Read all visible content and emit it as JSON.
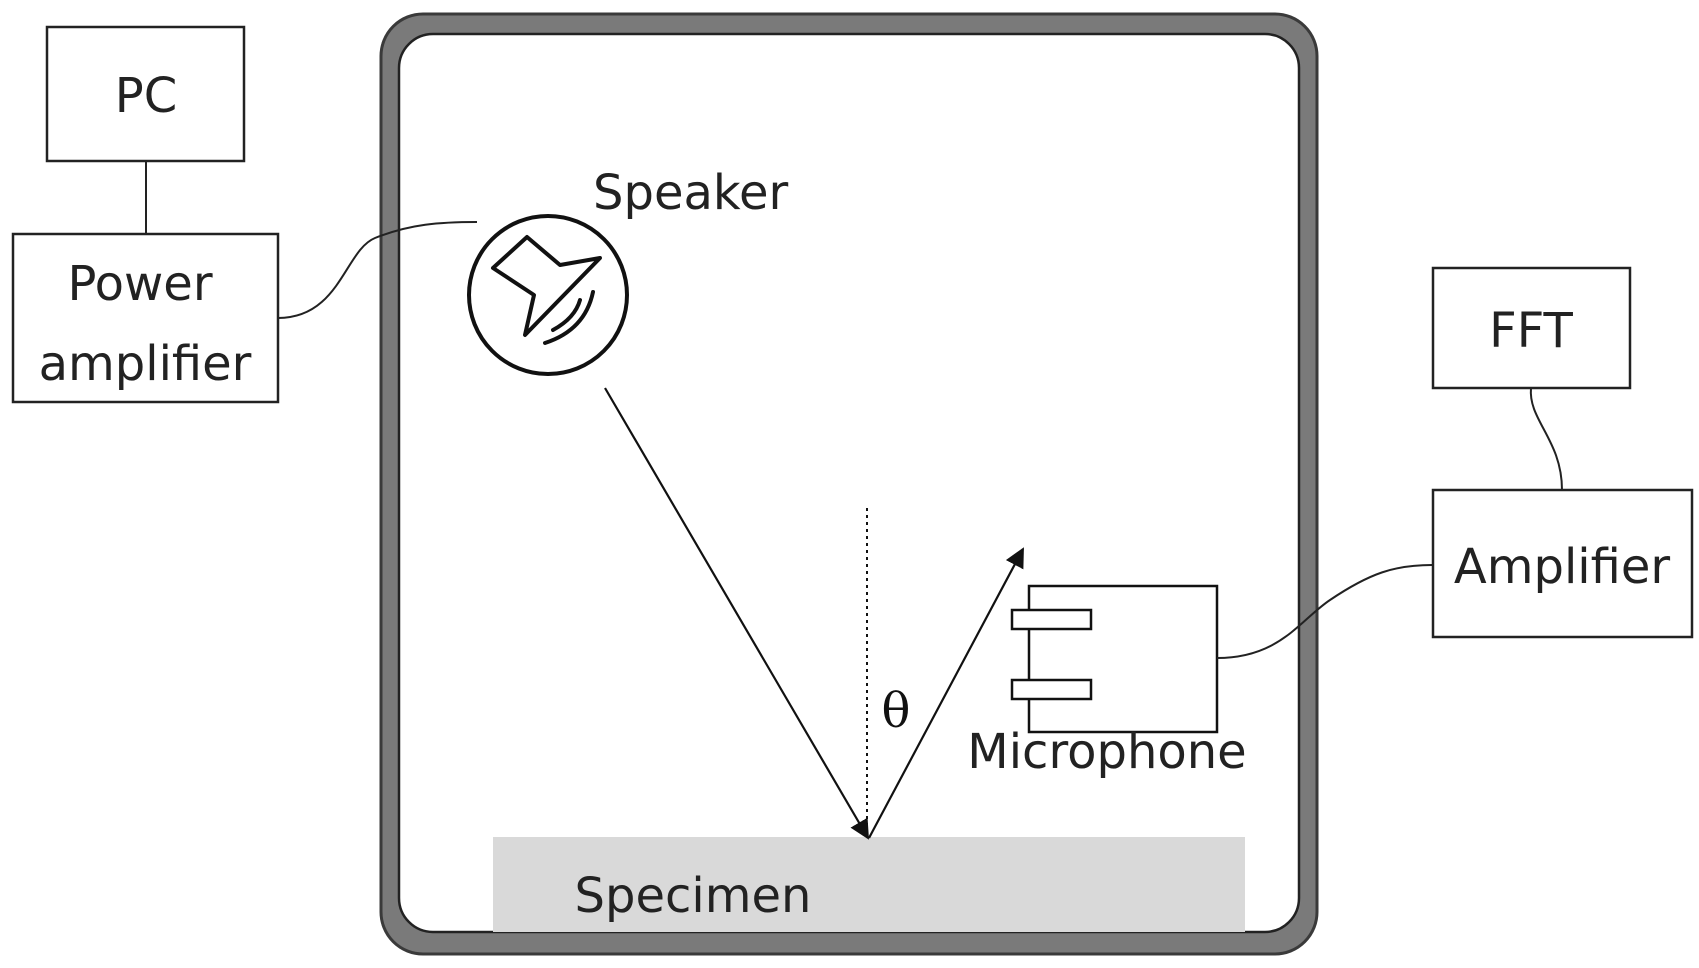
{
  "labels": {
    "pc": "PC",
    "power_amplifier_line1": "Power",
    "power_amplifier_line2": "amplifier",
    "speaker": "Speaker",
    "fft": "FFT",
    "amplifier": "Amplifier",
    "microphone": "Microphone",
    "theta": "θ",
    "specimen": "Specimen"
  },
  "icons": {
    "speaker": "speaker-icon",
    "microphone": "microphone-icon"
  },
  "colors": {
    "chamber_wall": "#7a7a7a",
    "specimen_fill": "#d9d9d9",
    "line": "#111111"
  }
}
